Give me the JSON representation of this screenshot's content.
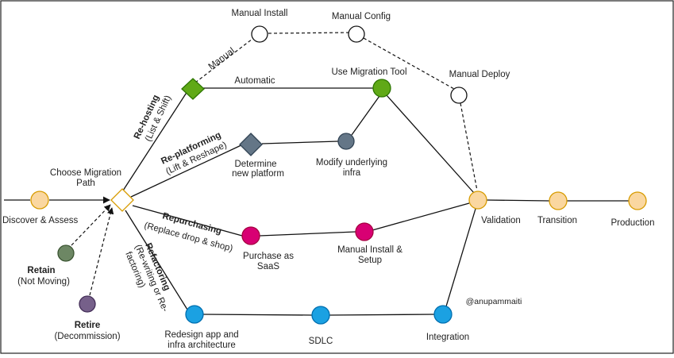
{
  "colors": {
    "orange": "#fad7a0",
    "orange_stroke": "#d79b00",
    "white": "#ffffff",
    "green": "#60a917",
    "green_stroke": "#2d7600",
    "slate": "#647687",
    "slate_stroke": "#314354",
    "magenta": "#d80073",
    "magenta_stroke": "#a50040",
    "blue": "#1ba1e2",
    "blue_stroke": "#006eaf",
    "retain": "#6d8764",
    "retire": "#76608a"
  },
  "nodes": {
    "discover": "Discover & Assess",
    "choose": [
      "Choose Migration",
      "Path"
    ],
    "manual_install": "Manual Install",
    "manual_config": "Manual Config",
    "manual_deploy": "Manual Deploy",
    "use_tool": "Use Migration Tool",
    "determine": [
      "Determine",
      "new platform"
    ],
    "modify": [
      "Modify underlying",
      "infra"
    ],
    "purchase": [
      "Purchase as",
      "SaaS"
    ],
    "manual_setup": [
      "Manual Install &",
      "Setup"
    ],
    "redesign": [
      "Redesign app and",
      "infra architecture"
    ],
    "sdlc": "SDLC",
    "integration": "Integration",
    "validation": "Validation",
    "transition": "Transition",
    "production": "Production"
  },
  "edges": {
    "manual": "Manual",
    "automatic": "Automatic"
  },
  "paths": {
    "rehosting_title": "Re-hosting",
    "rehosting_sub": "(List & Shift)",
    "replatforming_title": "Re-platforming",
    "replatforming_sub": "(Lift & Reshape)",
    "repurchasing_title": "Repurchasing",
    "repurchasing_sub": "(Replace drop & shop)",
    "refactoring_title": "Refactoring",
    "refactoring_sub1": "(Re-writing or Re-",
    "refactoring_sub2": "factoring)"
  },
  "side": {
    "retain_title": "Retain",
    "retain_sub": "(Not Moving)",
    "retire_title": "Retire",
    "retire_sub": "(Decommission)"
  },
  "watermark": "@anupammaiti"
}
